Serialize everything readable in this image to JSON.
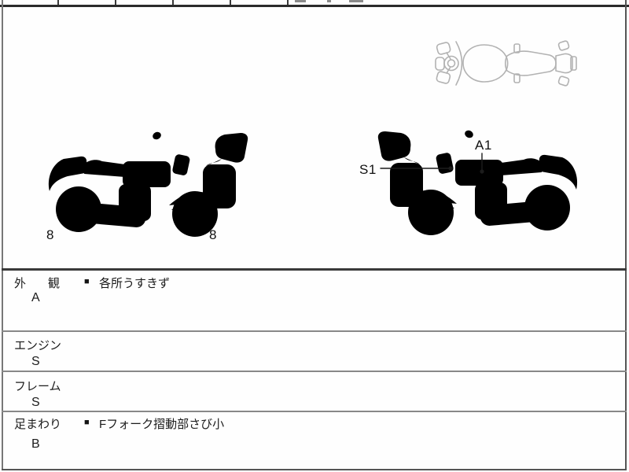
{
  "drawing_labels": {
    "left_bike_rear_panel": "8",
    "left_bike_front_panel": "8",
    "right_bike_screen": "S1",
    "right_bike_tank": "A1"
  },
  "inspection_table": {
    "note_marker": "■",
    "rows": [
      {
        "name": "外　観",
        "grade": "A",
        "note": "各所うすきず"
      },
      {
        "name": "エンジン",
        "grade": "S",
        "note": ""
      },
      {
        "name": "フレーム",
        "grade": "S",
        "note": ""
      },
      {
        "name": "足まわり",
        "grade": "B",
        "note": "Fフォーク摺動部さび小"
      }
    ]
  },
  "colors": {
    "sketch": "#b2b2b2",
    "ink": "#1b1b1b",
    "rule": "#3a3a3a"
  }
}
